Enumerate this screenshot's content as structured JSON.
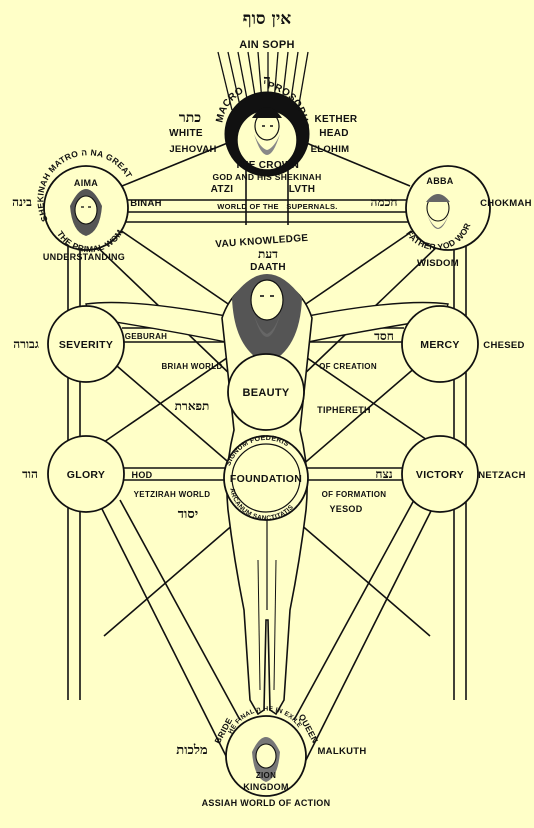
{
  "top": {
    "hebrew": "אין סוף",
    "label": "AIN SOPH"
  },
  "kether": {
    "arc_left": "MACRO",
    "arc_right": "PROSOPUS",
    "yod": "ה",
    "hebrew": "כתר",
    "left_upper": "WHITE",
    "left_lower": "JEHOVAH",
    "right_upper": "KETHER",
    "right_middle": "HEAD",
    "right_lower": "ELOHIM",
    "title_line1": "THE CROWN",
    "title_line2": "GOD AND HIS SHEKINAH"
  },
  "atziluth": {
    "left": "ATZI",
    "right": "LVTH",
    "world": "WORLD OF THE",
    "supernals": "SUPERNALS."
  },
  "binah": {
    "arc_text": "SHEKINAH MATRO ה NA GREAT",
    "name": "AIMA",
    "hebrew": "בינה",
    "side_label": "BINAH",
    "lower_arc": "THE PRIMAL WOMB",
    "understanding": "UNDERSTANDING"
  },
  "chokmah": {
    "name": "ABBA",
    "hebrew": "חכמה",
    "side_label": "CHOKMAH",
    "lower_arc": "FATHER YOD WORD",
    "wisdom": "WISDOM"
  },
  "daath": {
    "line1": "VAU KNOWLEDGE",
    "hebrew": "דעת",
    "label": "DAATH"
  },
  "severity": {
    "name": "SEVERITY",
    "hebrew": "גבורה",
    "path_label": "GEBURAH"
  },
  "mercy": {
    "name": "MERCY",
    "hebrew": "חסד",
    "side_label": "CHESED"
  },
  "briah": {
    "left": "BRIAH WORLD",
    "right": "OF CREATION"
  },
  "beauty": {
    "name": "BEAUTY",
    "hebrew": "תפארת",
    "label": "TIPHERETH"
  },
  "glory": {
    "name": "GLORY",
    "hebrew": "הוד",
    "path_label": "HOD"
  },
  "victory": {
    "name": "VICTORY",
    "hebrew": "נצח",
    "side_label": "NETZACH"
  },
  "foundation": {
    "name": "FOUNDATION",
    "arc_top": "SIGNUM FOEDERIS",
    "arc_bottom": "ARCANUM SANCTITATIS",
    "hebrew": "יסוד",
    "label": "YESOD"
  },
  "yetzirah": {
    "left": "YETZIRAH WORLD",
    "right": "OF FORMATION"
  },
  "malkuth": {
    "bride": "BRIDE",
    "queen": "QUEEN",
    "arc_text": "HE FINAL ה HE IN EXILE",
    "zion": "ZION",
    "kingdom": "KINGDOM",
    "hebrew": "מלכות",
    "label": "MALKUTH",
    "assiah": "ASSIAH WORLD OF ACTION"
  },
  "colors": {
    "background": "#FFFFC8",
    "ink": "#111111"
  }
}
